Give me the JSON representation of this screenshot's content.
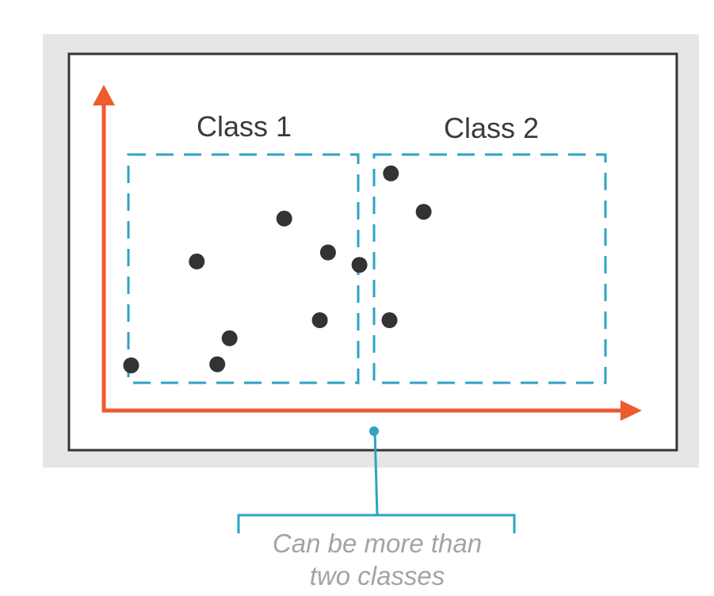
{
  "classes": [
    {
      "label": "Class 1",
      "points": [
        {
          "x": 1,
          "y": 2
        },
        {
          "x": 3.4,
          "y": 6.6
        },
        {
          "x": 4.6,
          "y": 3.2
        },
        {
          "x": 4.15,
          "y": 2.05
        },
        {
          "x": 6.6,
          "y": 8.5
        }
      ]
    },
    {
      "label": "Class 2",
      "points": [
        {
          "x": 7.9,
          "y": 4
        },
        {
          "x": 8.2,
          "y": 7
        },
        {
          "x": 9.35,
          "y": 6.45
        },
        {
          "x": 10.45,
          "y": 4
        },
        {
          "x": 10.5,
          "y": 10.5
        },
        {
          "x": 11.7,
          "y": 8.8
        }
      ]
    }
  ],
  "callout": {
    "line1": "Can be more than",
    "line2": "two classes"
  },
  "colors": {
    "axis": "#ef5a2f",
    "class_box": "#2ea3c3",
    "point": "#333333",
    "frame": "#353535",
    "backdrop": "#e6e6e6",
    "callout_text": "#a3a3a3"
  }
}
